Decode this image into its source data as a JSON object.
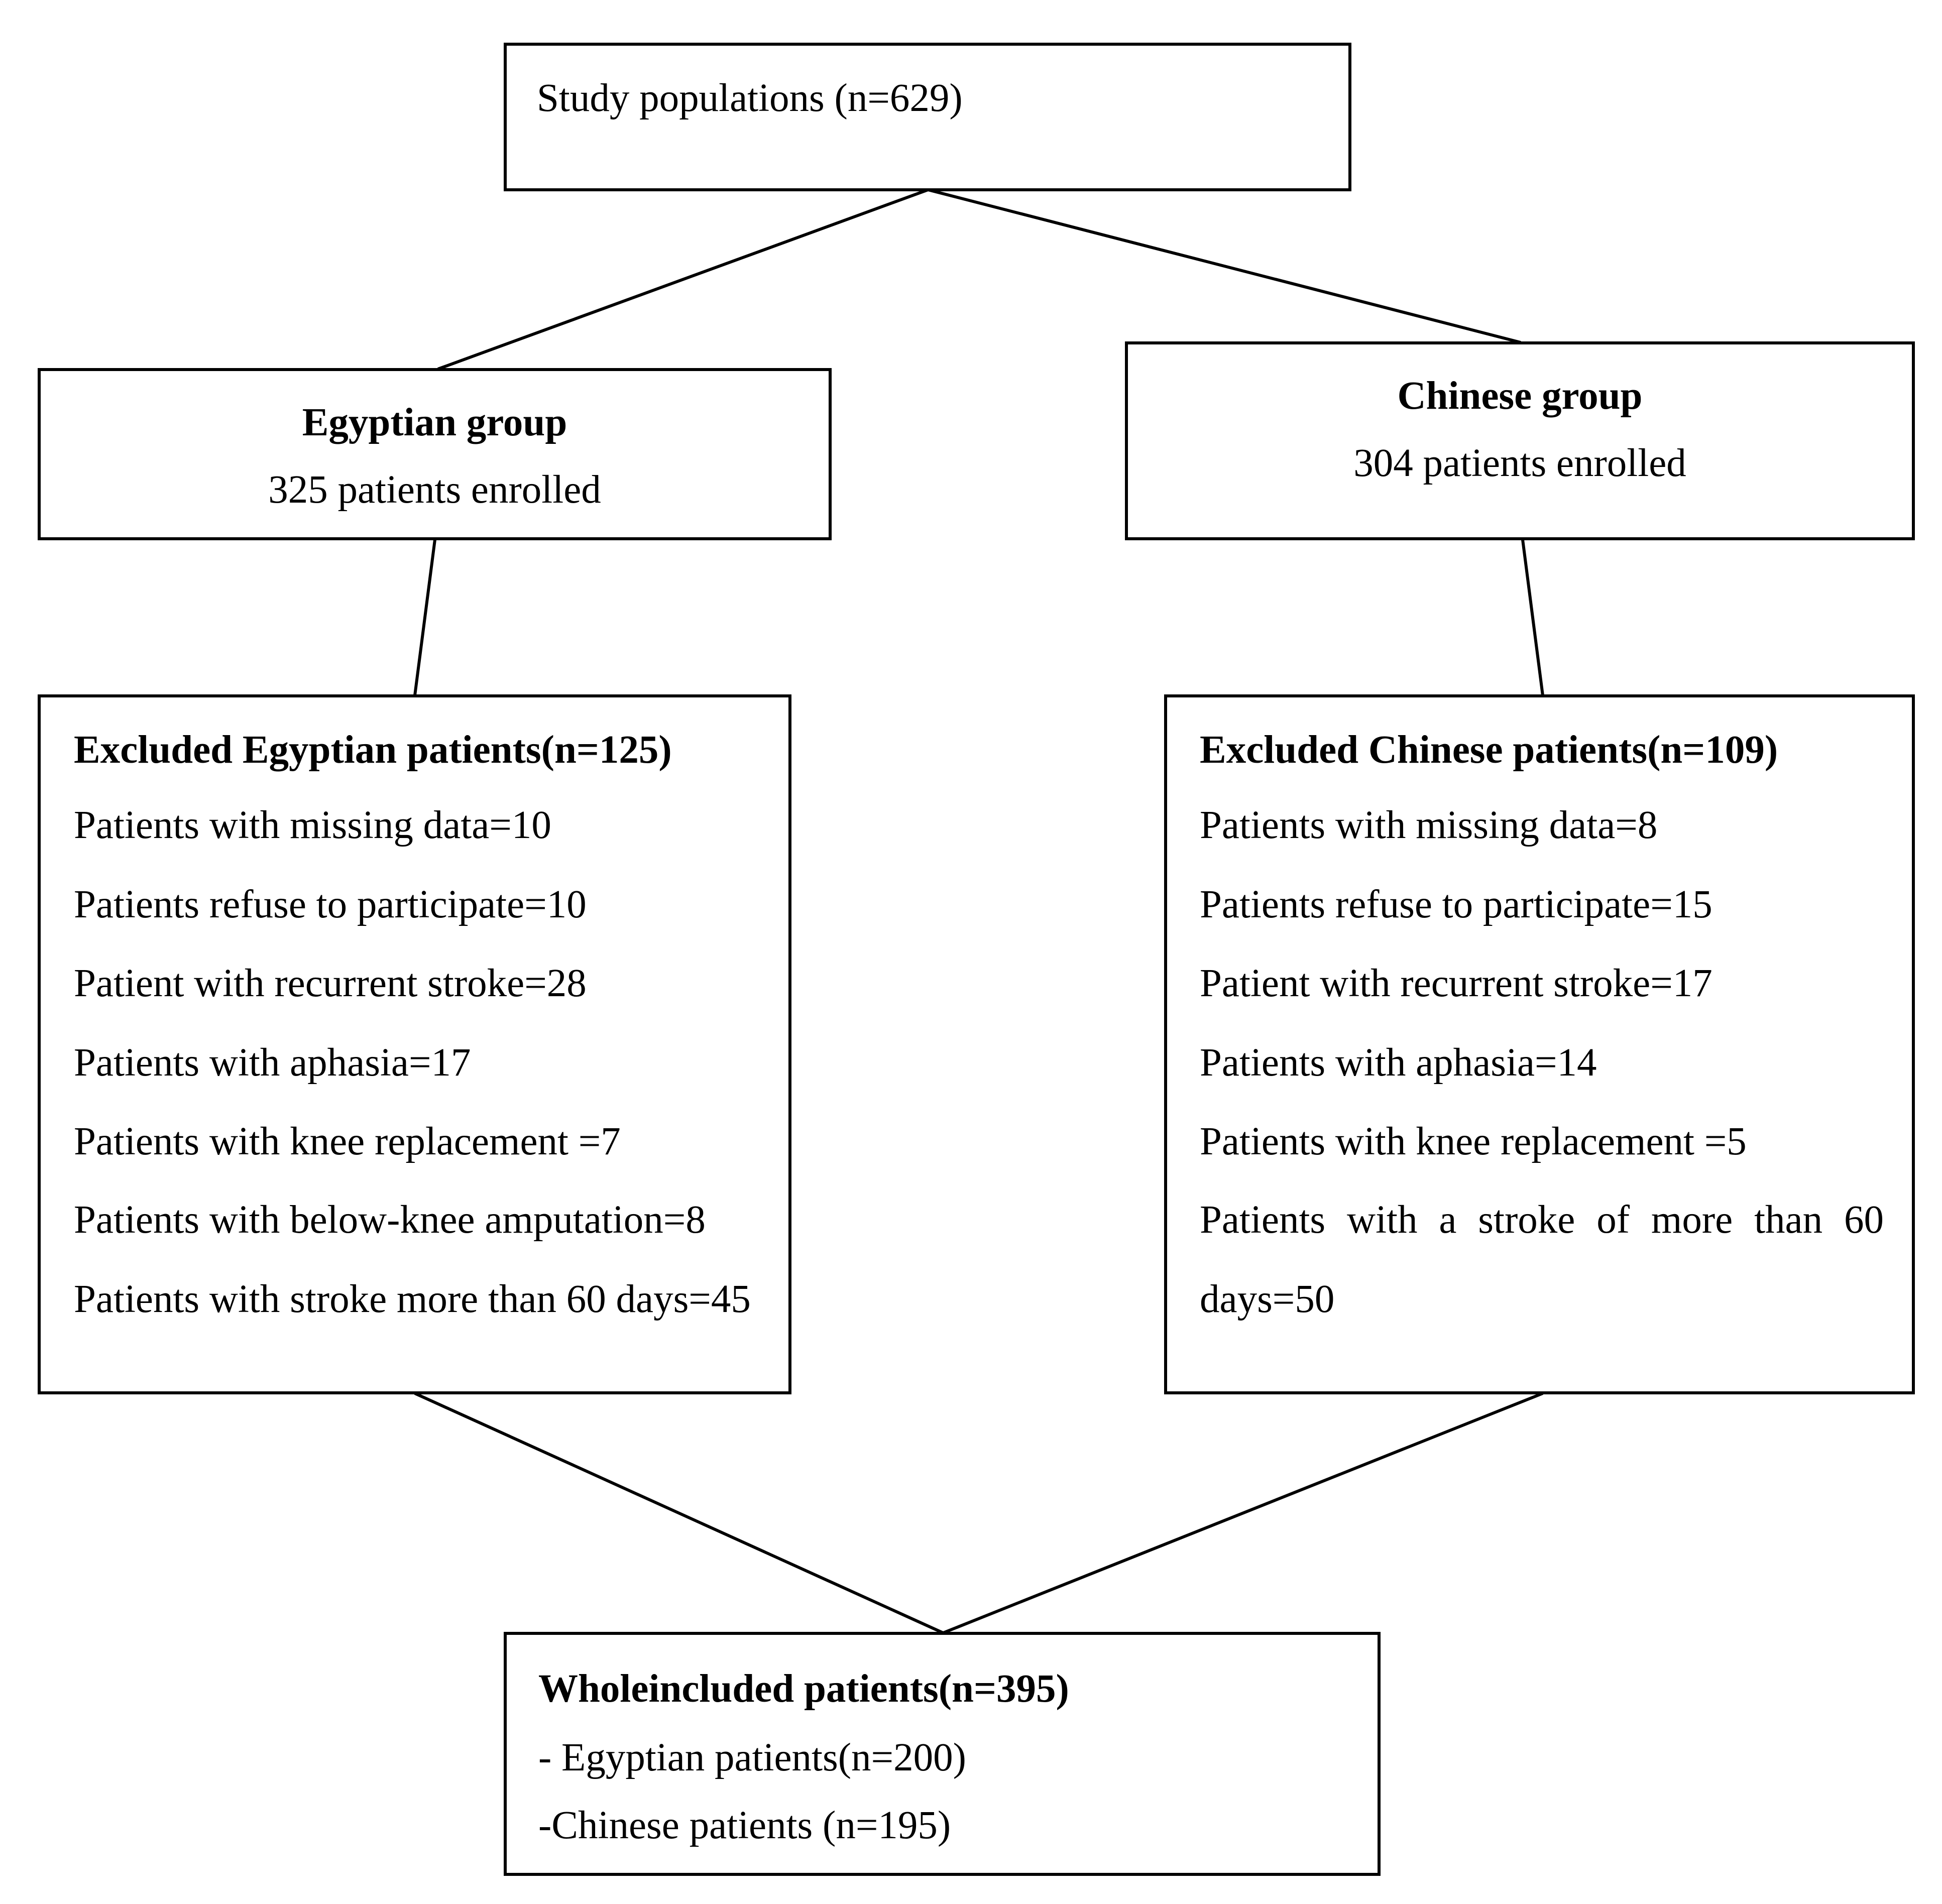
{
  "top": {
    "label": "Study populations (n=629)"
  },
  "egyptian": {
    "title": "Egyptian group",
    "subtitle": "325 patients enrolled"
  },
  "chinese": {
    "title": "Chinese group",
    "subtitle": "304 patients enrolled"
  },
  "excluded_egyptian": {
    "title": "Excluded Egyptian patients(n=125)",
    "items": [
      "Patients with missing data=10",
      "Patients refuse to participate=10",
      "Patient with recurrent stroke=28",
      "Patients with aphasia=17",
      "Patients with knee replacement =7",
      "Patients with below-knee amputation=8",
      "Patients with stroke more than 60 days=45"
    ]
  },
  "excluded_chinese": {
    "title": "Excluded Chinese patients(n=109)",
    "items": [
      "Patients with missing data=8",
      "Patients refuse to participate=15",
      "Patient with recurrent stroke=17",
      "Patients with aphasia=14",
      "Patients with knee replacement =5",
      "Patients with a stroke of more than 60",
      "days=50"
    ]
  },
  "included": {
    "title": "Wholeincluded patients(n=395)",
    "items": [
      "- Egyptian patients(n=200)",
      "-Chinese patients (n=195)"
    ]
  }
}
